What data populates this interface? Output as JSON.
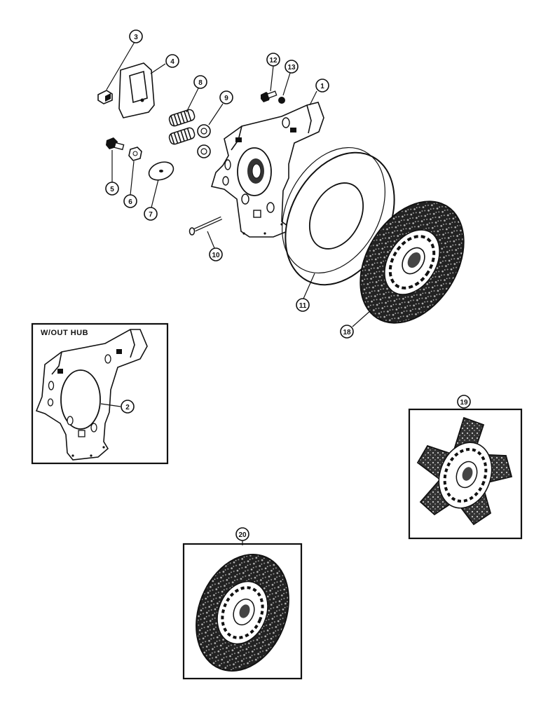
{
  "diagram": {
    "inset_label": "W/OUT HUB",
    "callouts": [
      "1",
      "2",
      "3",
      "4",
      "5",
      "6",
      "7",
      "8",
      "9",
      "10",
      "11",
      "12",
      "13",
      "18",
      "19",
      "20"
    ]
  }
}
